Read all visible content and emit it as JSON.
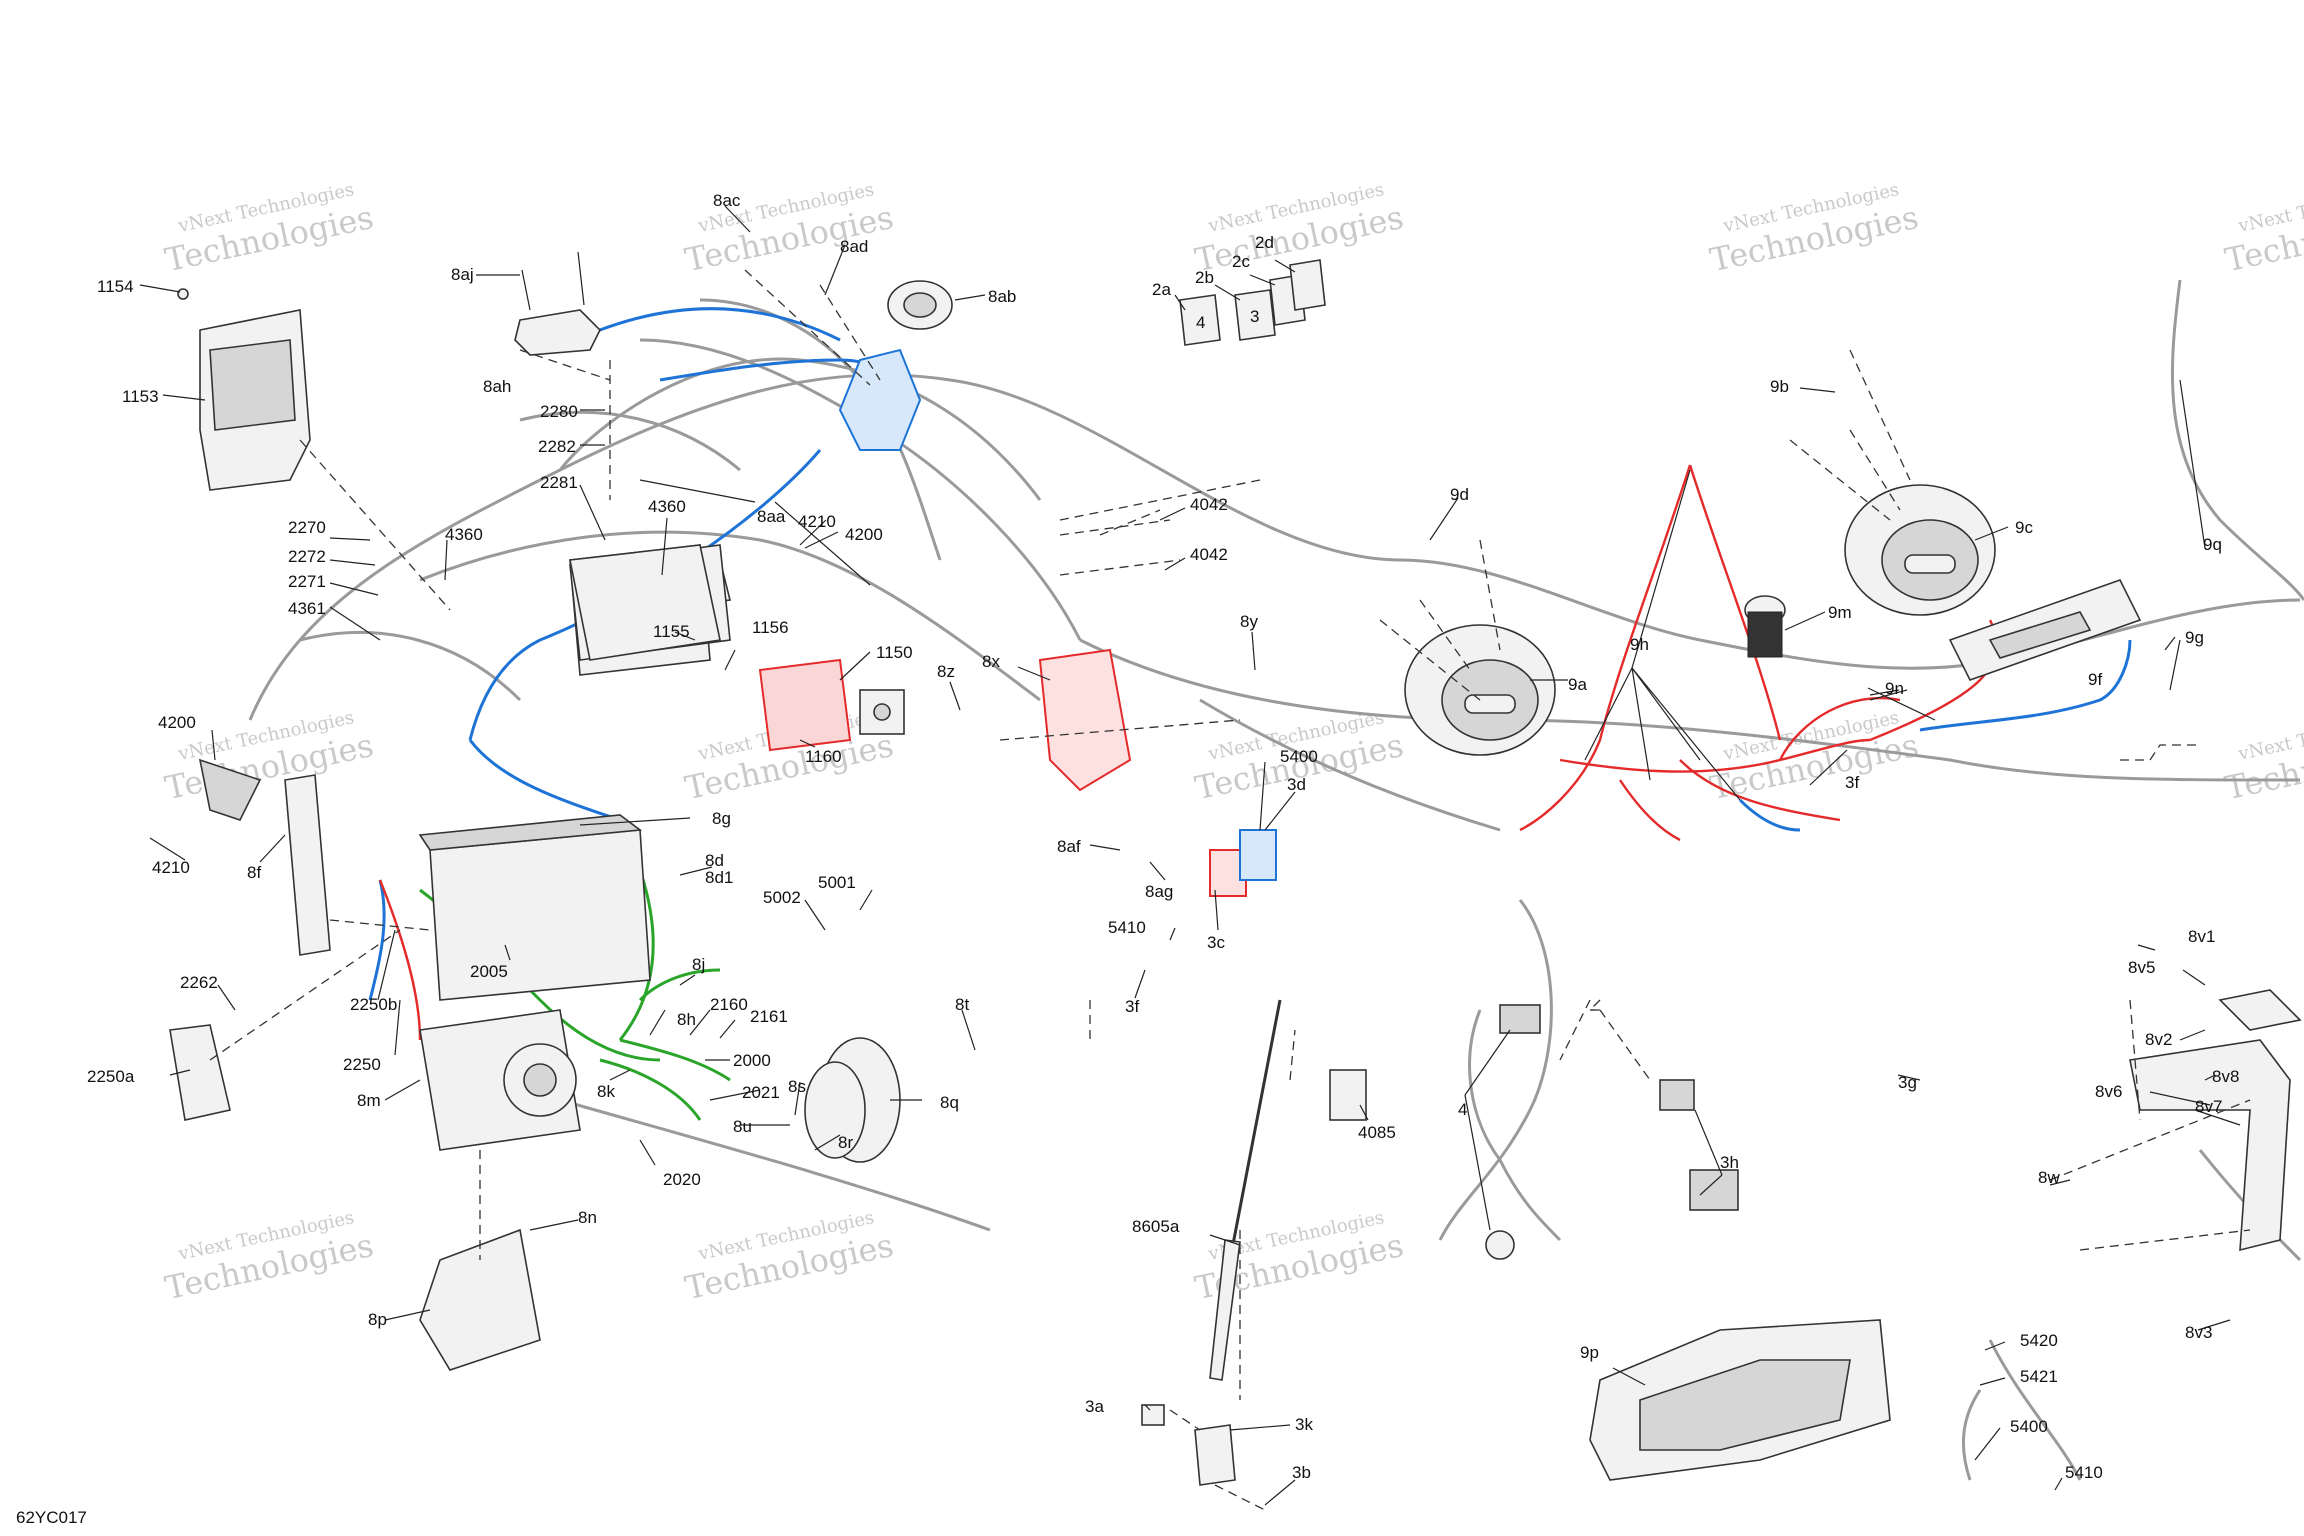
{
  "diagram_code": "62YC017",
  "watermark": {
    "line1": "vNext Technologies",
    "line2": "Technologies",
    "prefix": "vNext"
  },
  "colors": {
    "blue_harness": "#1e73d6",
    "red_harness": "#e42a2a",
    "green_harness": "#2aa52a",
    "part_fill": "#f2f2f2",
    "outline": "#333333"
  },
  "callouts": [
    {
      "id": "1154",
      "text": "1154"
    },
    {
      "id": "1153",
      "text": "1153"
    },
    {
      "id": "8aj",
      "text": "8aj"
    },
    {
      "id": "8ah",
      "text": "8ah"
    },
    {
      "id": "8ac",
      "text": "8ac"
    },
    {
      "id": "8ad",
      "text": "8ad"
    },
    {
      "id": "8ab",
      "text": "8ab"
    },
    {
      "id": "2280",
      "text": "2280"
    },
    {
      "id": "2282",
      "text": "2282"
    },
    {
      "id": "2281",
      "text": "2281"
    },
    {
      "id": "4360a",
      "text": "4360"
    },
    {
      "id": "4360b",
      "text": "4360"
    },
    {
      "id": "8aa",
      "text": "8aa"
    },
    {
      "id": "4210a",
      "text": "4210"
    },
    {
      "id": "4200a",
      "text": "4200"
    },
    {
      "id": "2270",
      "text": "2270"
    },
    {
      "id": "2272",
      "text": "2272"
    },
    {
      "id": "2271",
      "text": "2271"
    },
    {
      "id": "4361",
      "text": "4361"
    },
    {
      "id": "1155",
      "text": "1155"
    },
    {
      "id": "1156",
      "text": "1156"
    },
    {
      "id": "1150",
      "text": "1150"
    },
    {
      "id": "1160",
      "text": "1160"
    },
    {
      "id": "4200b",
      "text": "4200"
    },
    {
      "id": "4210b",
      "text": "4210"
    },
    {
      "id": "8f",
      "text": "8f"
    },
    {
      "id": "8g",
      "text": "8g"
    },
    {
      "id": "8d",
      "text": "8d"
    },
    {
      "id": "8d1",
      "text": "8d1"
    },
    {
      "id": "5001",
      "text": "5001"
    },
    {
      "id": "5002",
      "text": "5002"
    },
    {
      "id": "2262",
      "text": "2262"
    },
    {
      "id": "2250b",
      "text": "2250b"
    },
    {
      "id": "2005",
      "text": "2005"
    },
    {
      "id": "2250",
      "text": "2250"
    },
    {
      "id": "2250a",
      "text": "2250a"
    },
    {
      "id": "8j",
      "text": "8j"
    },
    {
      "id": "8h",
      "text": "8h"
    },
    {
      "id": "2160",
      "text": "2160"
    },
    {
      "id": "2161",
      "text": "2161"
    },
    {
      "id": "2000",
      "text": "2000"
    },
    {
      "id": "8t",
      "text": "8t"
    },
    {
      "id": "8s",
      "text": "8s"
    },
    {
      "id": "8q",
      "text": "8q"
    },
    {
      "id": "8m",
      "text": "8m"
    },
    {
      "id": "8k",
      "text": "8k"
    },
    {
      "id": "2021",
      "text": "2021"
    },
    {
      "id": "8u",
      "text": "8u"
    },
    {
      "id": "2020",
      "text": "2020"
    },
    {
      "id": "8r",
      "text": "8r"
    },
    {
      "id": "8n",
      "text": "8n"
    },
    {
      "id": "8p",
      "text": "8p"
    },
    {
      "id": "2a",
      "text": "2a"
    },
    {
      "id": "2b",
      "text": "2b"
    },
    {
      "id": "2c",
      "text": "2c"
    },
    {
      "id": "2d",
      "text": "2d"
    },
    {
      "id": "4042a",
      "text": "4042"
    },
    {
      "id": "4042b",
      "text": "4042"
    },
    {
      "id": "8y",
      "text": "8y"
    },
    {
      "id": "8x",
      "text": "8x"
    },
    {
      "id": "8z",
      "text": "8z"
    },
    {
      "id": "5400a",
      "text": "5400"
    },
    {
      "id": "3d",
      "text": "3d"
    },
    {
      "id": "8af",
      "text": "8af"
    },
    {
      "id": "8ag",
      "text": "8ag"
    },
    {
      "id": "5410a",
      "text": "5410"
    },
    {
      "id": "3c",
      "text": "3c"
    },
    {
      "id": "3f1",
      "text": "3f"
    },
    {
      "id": "8605a",
      "text": "8605a"
    },
    {
      "id": "4085",
      "text": "4085"
    },
    {
      "id": "4",
      "text": "4"
    },
    {
      "id": "3a",
      "text": "3a"
    },
    {
      "id": "3k",
      "text": "3k"
    },
    {
      "id": "3b",
      "text": "3b"
    },
    {
      "id": "9d",
      "text": "9d"
    },
    {
      "id": "9a",
      "text": "9a"
    },
    {
      "id": "9h",
      "text": "9h"
    },
    {
      "id": "9m",
      "text": "9m"
    },
    {
      "id": "9b",
      "text": "9b"
    },
    {
      "id": "9c",
      "text": "9c"
    },
    {
      "id": "9q",
      "text": "9q"
    },
    {
      "id": "9g",
      "text": "9g"
    },
    {
      "id": "9f",
      "text": "9f"
    },
    {
      "id": "9n",
      "text": "9n"
    },
    {
      "id": "3f2",
      "text": "3f"
    },
    {
      "id": "3g",
      "text": "3g"
    },
    {
      "id": "3h",
      "text": "3h"
    },
    {
      "id": "9p",
      "text": "9p"
    },
    {
      "id": "8v1",
      "text": "8v1"
    },
    {
      "id": "8v5",
      "text": "8v5"
    },
    {
      "id": "8v2",
      "text": "8v2"
    },
    {
      "id": "8v8",
      "text": "8v8"
    },
    {
      "id": "8v6",
      "text": "8v6"
    },
    {
      "id": "8v7",
      "text": "8v7"
    },
    {
      "id": "8w",
      "text": "8w"
    },
    {
      "id": "8v3",
      "text": "8v3"
    },
    {
      "id": "5420",
      "text": "5420"
    },
    {
      "id": "5421",
      "text": "5421"
    },
    {
      "id": "5400b",
      "text": "5400"
    },
    {
      "id": "5410b",
      "text": "5410"
    }
  ],
  "switch_digits": [
    "4",
    "3"
  ]
}
